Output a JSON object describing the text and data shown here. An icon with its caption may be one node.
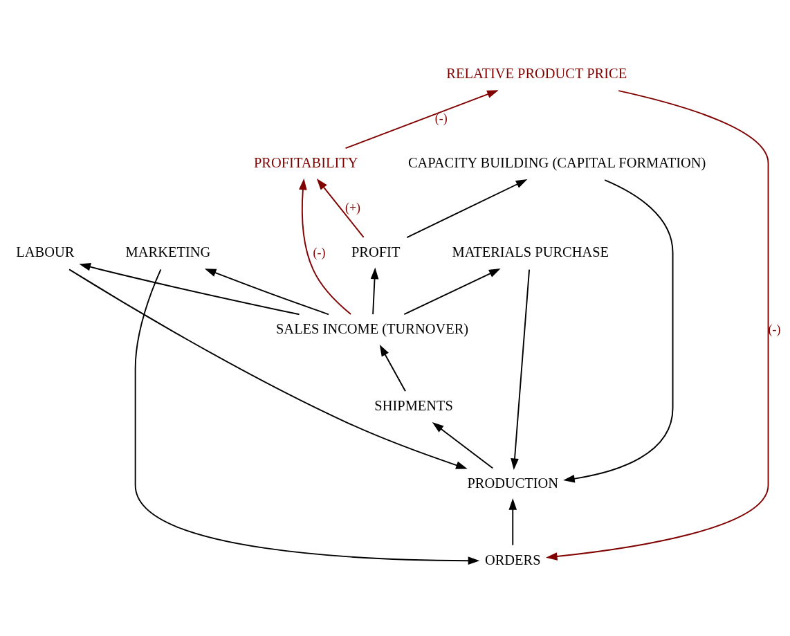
{
  "diagram": {
    "nodes": [
      {
        "text": [
          "ORDERS"
        ]
      },
      {
        "text": [
          "RELATIVE PRODUCT PRICE"
        ]
      },
      {
        "text": [
          "MARKETING"
        ]
      },
      {
        "text": [
          "PRODUCTION"
        ]
      },
      {
        "text": [
          "LABOUR"
        ]
      },
      {
        "text": [
          "MATERIALS PURCHASE"
        ]
      },
      {
        "text": [
          "SHIPMENTS"
        ]
      },
      {
        "text": [
          "PROFITABILITY"
        ]
      },
      {
        "text": [
          "SALES INCOME (TURNOVER)"
        ]
      },
      {
        "text": [
          "PROFIT"
        ]
      },
      {
        "text": [
          "CAPACITY BUILDING (CAPITAL FORMATION)"
        ]
      }
    ],
    "edges": [
      {
        "from": 1,
        "to": 0,
        "arrow": "to",
        "label": "(-)",
        "color": "#800000"
      },
      {
        "from": 2,
        "to": 0,
        "arrow": "to"
      },
      {
        "from": 0,
        "to": 3,
        "arrow": "to"
      },
      {
        "from": 4,
        "to": 3,
        "arrow": "to"
      },
      {
        "from": 5,
        "to": 3,
        "arrow": "to"
      },
      {
        "from": 3,
        "to": 6,
        "arrow": "to"
      },
      {
        "from": 6,
        "to": 8,
        "arrow": "to"
      },
      {
        "from": 8,
        "to": 2,
        "arrow": "to"
      },
      {
        "from": 8,
        "to": 4,
        "arrow": "to"
      },
      {
        "from": 8,
        "to": 5,
        "arrow": "to"
      },
      {
        "from": 8,
        "to": 7,
        "arrow": "to",
        "label": "(-)",
        "color": "#800000"
      },
      {
        "from": 8,
        "to": 9,
        "arrow": "to"
      },
      {
        "from": 9,
        "to": 7,
        "arrow": "to",
        "label": "(+)",
        "color": "#800000"
      },
      {
        "from": 9,
        "to": 10,
        "arrow": "to"
      },
      {
        "from": 10,
        "to": 3,
        "arrow": "to"
      },
      {
        "from": 7,
        "to": 1,
        "arrow": "to",
        "label": "(-)",
        "color": "#800000"
      }
    ]
  }
}
